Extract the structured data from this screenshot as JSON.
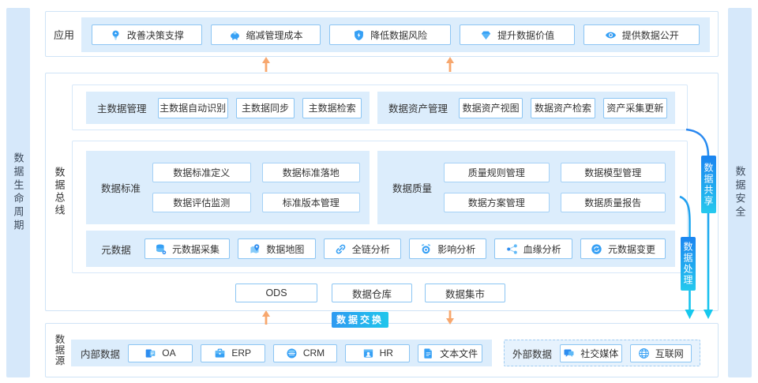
{
  "colors": {
    "accent_blue": "#2e8df0",
    "accent_cyan": "#1fc6ec",
    "panel_fill": "#dcedfc",
    "sidebar_fill": "#d6e8fa",
    "arrow_orange": "#f7a76e",
    "box_border": "#8cc5f3"
  },
  "sidebars": {
    "left": "数据生命周期",
    "right": "数据安全"
  },
  "app_section": {
    "label": "应用",
    "items": [
      {
        "icon": "bulb",
        "label": "改善决策支撑"
      },
      {
        "icon": "piggy",
        "label": "缩减管理成本"
      },
      {
        "icon": "shield",
        "label": "降低数据风险"
      },
      {
        "icon": "gem",
        "label": "提升数据价值"
      },
      {
        "icon": "eye",
        "label": "提供数据公开"
      }
    ]
  },
  "bus_section": {
    "label": "数据总线",
    "master_group": {
      "label": "主数据管理",
      "items": [
        "主数据自动识别",
        "主数据同步",
        "主数据检索"
      ]
    },
    "asset_group": {
      "label": "数据资产管理",
      "items": [
        "数据资产视图",
        "数据资产检索",
        "资产采集更新"
      ]
    },
    "standard_group": {
      "label": "数据标准",
      "items": [
        "数据标准定义",
        "数据标准落地",
        "数据评估监测",
        "标准版本管理"
      ]
    },
    "quality_group": {
      "label": "数据质量",
      "items": [
        "质量规则管理",
        "数据模型管理",
        "数据方案管理",
        "数据质量报告"
      ]
    },
    "meta_group": {
      "label": "元数据",
      "items": [
        {
          "icon": "database",
          "label": "元数据采集"
        },
        {
          "icon": "pin",
          "label": "数据地图"
        },
        {
          "icon": "link",
          "label": "全链分析"
        },
        {
          "icon": "target",
          "label": "影响分析"
        },
        {
          "icon": "branch",
          "label": "血缘分析"
        },
        {
          "icon": "refresh",
          "label": "元数据变更"
        }
      ]
    },
    "storage_items": [
      "ODS",
      "数据仓库",
      "数据集市"
    ]
  },
  "flow": {
    "share_tab": "数据共享",
    "process_tab": "数据处理",
    "exchange_badge": "数据交换"
  },
  "source_section": {
    "label": "数据源",
    "internal_group": {
      "label": "内部数据",
      "items": [
        {
          "icon": "oa",
          "label": "OA"
        },
        {
          "icon": "briefcase",
          "label": "ERP"
        },
        {
          "icon": "disc",
          "label": "CRM"
        },
        {
          "icon": "idcard",
          "label": "HR"
        },
        {
          "icon": "file",
          "label": "文本文件"
        }
      ]
    },
    "external_group": {
      "label": "外部数据",
      "items": [
        {
          "icon": "chat",
          "label": "社交媒体"
        },
        {
          "icon": "globe",
          "label": "互联网"
        }
      ]
    }
  }
}
